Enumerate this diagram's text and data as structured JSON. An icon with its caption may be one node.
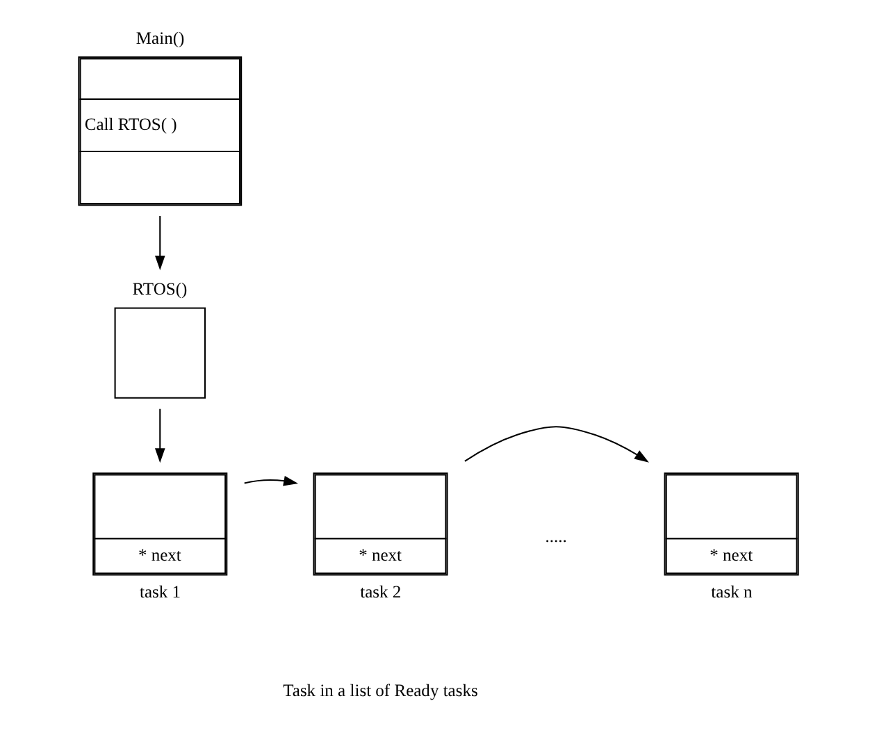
{
  "diagram": {
    "nodes": [
      {
        "text": [
          "Main()",
          "Call RTOS( )"
        ]
      },
      {
        "text": [
          "RTOS()"
        ]
      },
      {
        "text": [
          "* next"
        ],
        "beside": [
          "task 1"
        ]
      },
      {
        "text": [
          "* next"
        ],
        "beside": [
          "task 2"
        ]
      },
      {
        "text": [
          "* next"
        ],
        "beside": [
          "task n"
        ]
      }
    ],
    "edges": [
      {
        "from": 0,
        "to": 1,
        "arrow": "to"
      },
      {
        "from": 1,
        "to": 2,
        "arrow": "to"
      },
      {
        "from": 2,
        "to": 3,
        "arrow": "to"
      },
      {
        "from": 3,
        "to": 4,
        "arrow": "to"
      }
    ],
    "labels": [
      ".....",
      "Task in a list of Ready tasks"
    ]
  }
}
